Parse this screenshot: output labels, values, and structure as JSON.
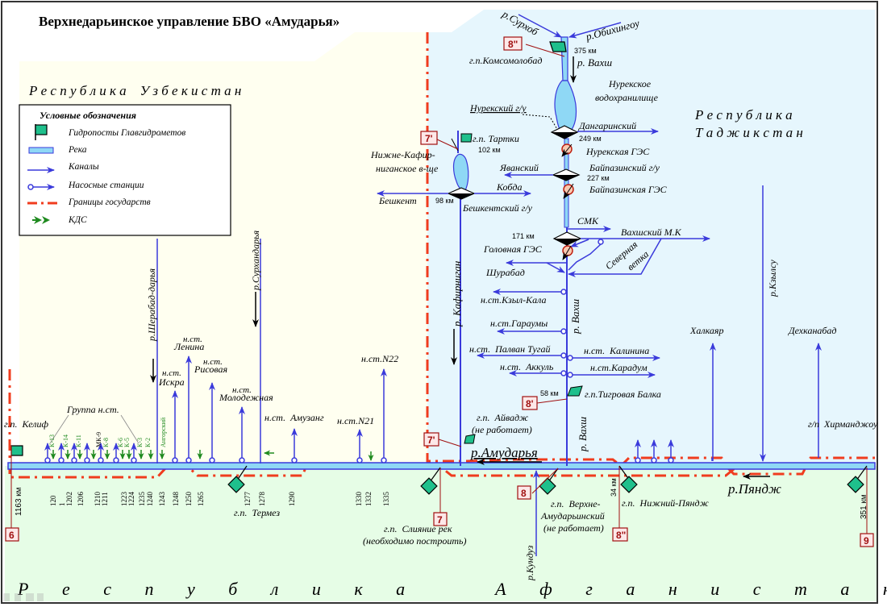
{
  "title": "Верхнедарьинское управление БВО «Амударья»",
  "countries": {
    "uzbekistan": "Р е с п у б л и к а    У з б е к и с т а н",
    "tajikistan_line1": "Р е с п у б л и к а",
    "tajikistan_line2": "Т а д ж и к с т а н",
    "afghanistan": "Р е с п у б л и к а    А ф г а н и с т а н"
  },
  "legend": {
    "title": "Условные обозначения",
    "items": [
      {
        "icon": "gauge-flag-icon",
        "label": "Гидропосты Главгидрометов"
      },
      {
        "icon": "river-band-icon",
        "label": "Река"
      },
      {
        "icon": "canal-arrow-icon",
        "label": "Каналы"
      },
      {
        "icon": "pump-station-icon",
        "label": "Насосные станции"
      },
      {
        "icon": "state-border-icon",
        "label": "Границы государств"
      },
      {
        "icon": "kds-double-arrow-icon",
        "label": "КДС"
      }
    ]
  },
  "colors": {
    "uzbek_bg": "#fffff0",
    "tajik_bg": "#e6f6fd",
    "afghan_bg": "#e6fde6",
    "river": "#8fd8f5",
    "canal": "#3a3adb",
    "border": "#f03c1e",
    "gauge": "#1fc08c",
    "kds": "#1f8a1f",
    "marker": "#a01010"
  },
  "rivers": {
    "surkhob": "р.Сурхоб",
    "obikhingou": "р.Обихингоу",
    "vakhsh_top": "р. Вахш",
    "vakhsh_mid": "р. Вахш",
    "vakhsh_low": "р. Вахш",
    "kafirnigan": "р. Кафирниган",
    "sherabad": "р.Шерабад-дарья",
    "surkhandarya": "р.Сурхандарья",
    "amudarya": "р.Амударья",
    "pyanj": "р.Пяндж",
    "kunduz": "р.Кундуз",
    "kyzylsu": "р.Кзылсу"
  },
  "reservoirs": {
    "nurek": "Нурекское водохранилище",
    "nurek_l1": "Нурекское",
    "nurek_l2": "водохранилище",
    "kafirnigan_l1": "Нижне-Кафир-",
    "kafirnigan_l2": "ниганское в-ще"
  },
  "structures": {
    "nurek_hu": "Нурекский г/у",
    "dangara": "Дангаринский",
    "km249": "249 км",
    "nurek_hpp": "Нурекская ГЭС",
    "yavan": "Яванский",
    "baipaza_hu": "Байпазинский г/у",
    "km227": "227 км",
    "baipaza_hpp": "Байпазинская ГЭС",
    "smk": "СМК",
    "vakhsh_mk": "Вахшский М.К",
    "km171": "171 км",
    "golovnaya": "Головная ГЭС",
    "shurabad": "Шурабад",
    "severnaya_l1": "Северная",
    "severnaya_l2": "ветка",
    "beshkent": "Бешкент",
    "kobda": "Кобда",
    "km98": "98 км",
    "beshkent_hu": "Бешкентский г/у",
    "km102": "102 км",
    "km375": "375 км",
    "km58": "58 км"
  },
  "gauges": {
    "komsomolobad": "г.п.Комсомолобад",
    "tartki": "г.п. Тартки",
    "tigrovaya": "г.п.Тигровая Балка",
    "aivadj_l1": "г.п.  Айвадж",
    "aivadj_l2": "(не работает)",
    "kelif": "г.п.  Келиф",
    "termez": "г.п.  Термез",
    "sliyanie_l1": "г.п.  Слияние рек",
    "sliyanie_l2": "(необходимо построить)",
    "verkhne_l1": "г.п.  Верхне-",
    "verkhne_l2": "Амударьинский",
    "verkhne_l3": "(не работает)",
    "nizhny_pyanj": "г.п.  Нижний-Пяндж",
    "khirmanjou": "г/п  Хирманджоу",
    "km1163": "1163 км",
    "km34": "34 км",
    "km351": "351 км"
  },
  "markers": {
    "m8pp": "8\"",
    "m7p_top": "7'",
    "m8p": "8'",
    "m7p": "7'",
    "m6": "6",
    "m7": "7",
    "m8": "8",
    "m8pp_low": "8\"",
    "m9": "9"
  },
  "pump_stations": {
    "kyzyl_kala": "н.ст.Кзыл-Кала",
    "garauty": "н.ст.Гараумы",
    "palvan": "н.ст.  Палван Тугай",
    "akkul": "н.ст.  Аккуль",
    "kalinina": "н.ст.  Калинина",
    "karadum": "н.ст.Карадум",
    "lenina_l1": "н.ст.",
    "lenina_l2": "Ленина",
    "iskra_l1": "н.ст.",
    "iskra_l2": "Искра",
    "risovaya_l1": "н.ст.",
    "risovaya_l2": "Рисовая",
    "molod_l1": "н.ст.",
    "molod_l2": "Молодежная",
    "amuzang": "н.ст.  Амузанг",
    "n21": "н.ст.N21",
    "n22": "н.ст.N22",
    "group": "Группа н.ст.",
    "khalkayar": "Халкаяр",
    "dekhkanabad": "Дехканабад"
  },
  "group_labels": [
    "К-13",
    "К-14",
    "К-11",
    "МК-9",
    "К-8",
    "К-6",
    "К-5",
    "К-3",
    "К-2",
    "Ангорский"
  ],
  "km_ticks": [
    "120",
    "1",
    "1202",
    "1206",
    "1210",
    "1211",
    "1223",
    "1224",
    "1235",
    "1240",
    "1243",
    "1248",
    "1250",
    "1265",
    "1277",
    "1278",
    "1290",
    "1330",
    "1332",
    "1335"
  ]
}
